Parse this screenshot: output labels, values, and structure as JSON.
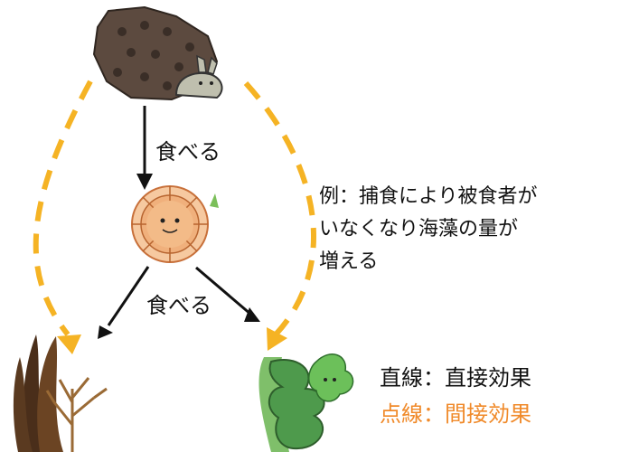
{
  "labels": {
    "eat_top": "食べる",
    "eat_mid": "食べる",
    "example_lines": [
      "例：捕食により被食者が",
      "いなくなり海藻の量が",
      "増える"
    ]
  },
  "legend": {
    "direct": "直線：直接効果",
    "indirect": "点線：間接効果",
    "direct_color": "#111111",
    "indirect_color": "#f08a2a"
  },
  "colors": {
    "dashed_arrow": "#f5b324",
    "solid_arrow": "#111111",
    "predator": "#5c4a3f",
    "urchin": "#f0b07c",
    "kelp": "#8b5a2b",
    "seaweed": "#5ea85a"
  },
  "icons": {
    "predator": "rock-with-creature-icon",
    "urchin": "sea-urchin-icon",
    "kelp": "brown-kelp-icon",
    "seaweed": "green-seaweed-icon"
  }
}
